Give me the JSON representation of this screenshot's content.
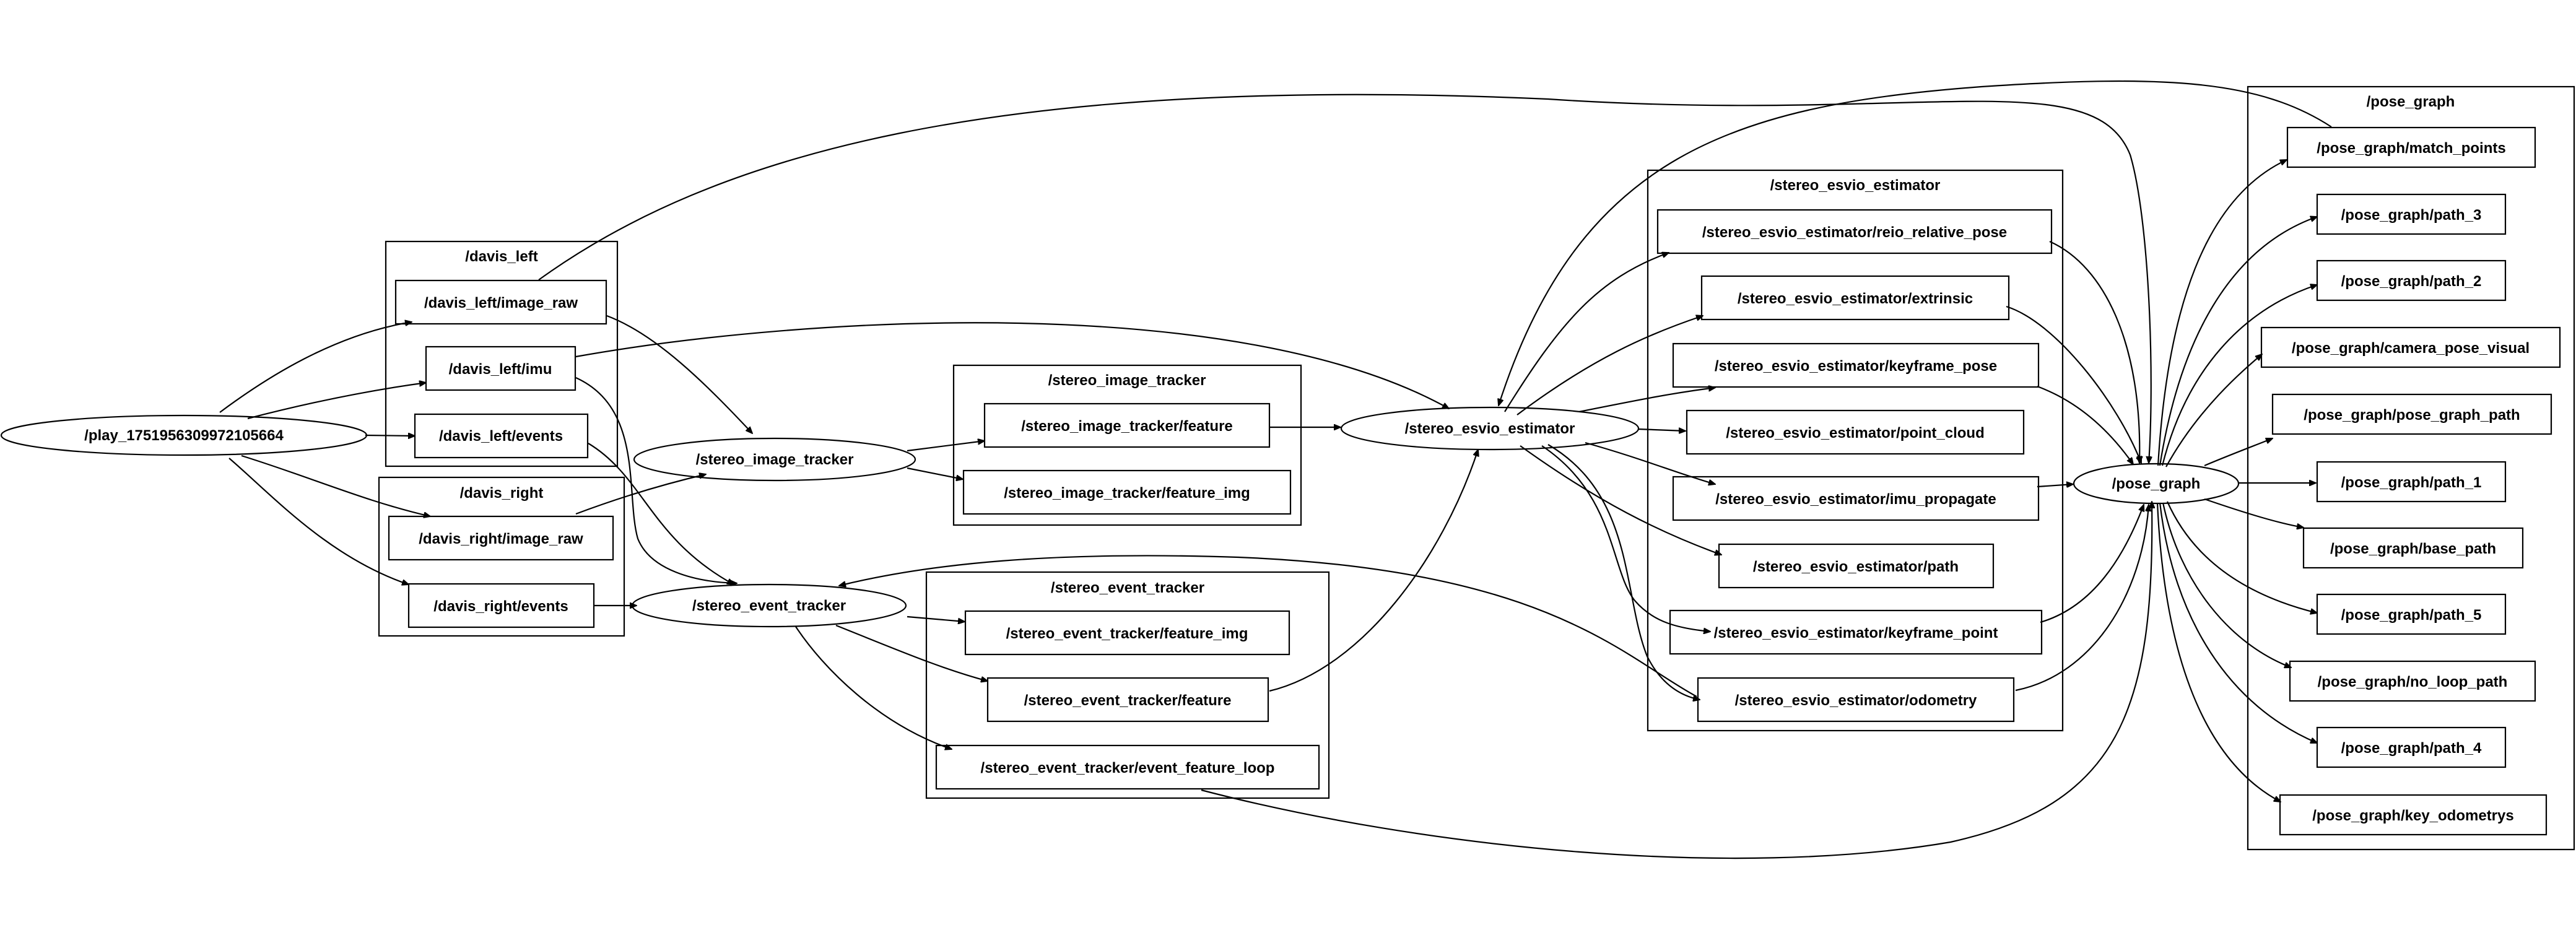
{
  "nodes": {
    "play": "/play_1751956309972105664",
    "stereo_image_tracker": "/stereo_image_tracker",
    "stereo_event_tracker": "/stereo_event_tracker",
    "stereo_esvio_estimator": "/stereo_esvio_estimator",
    "pose_graph": "/pose_graph"
  },
  "clusters": {
    "davis_left": {
      "label": "/davis_left",
      "topics": [
        "/davis_left/image_raw",
        "/davis_left/imu",
        "/davis_left/events"
      ]
    },
    "davis_right": {
      "label": "/davis_right",
      "topics": [
        "/davis_right/image_raw",
        "/davis_right/events"
      ]
    },
    "stereo_image_tracker": {
      "label": "/stereo_image_tracker",
      "topics": [
        "/stereo_image_tracker/feature",
        "/stereo_image_tracker/feature_img"
      ]
    },
    "stereo_event_tracker": {
      "label": "/stereo_event_tracker",
      "topics": [
        "/stereo_event_tracker/feature_img",
        "/stereo_event_tracker/feature",
        "/stereo_event_tracker/event_feature_loop"
      ]
    },
    "stereo_esvio_estimator": {
      "label": "/stereo_esvio_estimator",
      "topics": [
        "/stereo_esvio_estimator/reio_relative_pose",
        "/stereo_esvio_estimator/extrinsic",
        "/stereo_esvio_estimator/keyframe_pose",
        "/stereo_esvio_estimator/point_cloud",
        "/stereo_esvio_estimator/imu_propagate",
        "/stereo_esvio_estimator/path",
        "/stereo_esvio_estimator/keyframe_point",
        "/stereo_esvio_estimator/odometry"
      ]
    },
    "pose_graph": {
      "label": "/pose_graph",
      "topics": [
        "/pose_graph/match_points",
        "/pose_graph/path_3",
        "/pose_graph/path_2",
        "/pose_graph/camera_pose_visual",
        "/pose_graph/pose_graph_path",
        "/pose_graph/path_1",
        "/pose_graph/base_path",
        "/pose_graph/path_5",
        "/pose_graph/no_loop_path",
        "/pose_graph/path_4",
        "/pose_graph/key_odometrys"
      ]
    }
  },
  "edges": [
    [
      "play",
      "davis_left/image_raw"
    ],
    [
      "play",
      "davis_left/imu"
    ],
    [
      "play",
      "davis_left/events"
    ],
    [
      "play",
      "davis_right/image_raw"
    ],
    [
      "play",
      "davis_right/events"
    ],
    [
      "davis_left/image_raw",
      "stereo_image_tracker"
    ],
    [
      "davis_right/image_raw",
      "stereo_image_tracker"
    ],
    [
      "davis_left/image_raw",
      "pose_graph"
    ],
    [
      "davis_left/imu",
      "stereo_event_tracker"
    ],
    [
      "davis_left/imu",
      "stereo_esvio_estimator"
    ],
    [
      "davis_left/events",
      "stereo_event_tracker"
    ],
    [
      "davis_right/events",
      "stereo_event_tracker"
    ],
    [
      "stereo_image_tracker",
      "stereo_image_tracker/feature"
    ],
    [
      "stereo_image_tracker",
      "stereo_image_tracker/feature_img"
    ],
    [
      "stereo_image_tracker/feature",
      "stereo_esvio_estimator"
    ],
    [
      "stereo_event_tracker",
      "stereo_event_tracker/feature_img"
    ],
    [
      "stereo_event_tracker",
      "stereo_event_tracker/feature"
    ],
    [
      "stereo_event_tracker",
      "stereo_event_tracker/event_feature_loop"
    ],
    [
      "stereo_event_tracker/feature",
      "stereo_esvio_estimator"
    ],
    [
      "stereo_event_tracker/event_feature_loop",
      "pose_graph"
    ],
    [
      "stereo_esvio_estimator",
      "stereo_esvio_estimator/reio_relative_pose"
    ],
    [
      "stereo_esvio_estimator",
      "stereo_esvio_estimator/extrinsic"
    ],
    [
      "stereo_esvio_estimator",
      "stereo_esvio_estimator/keyframe_pose"
    ],
    [
      "stereo_esvio_estimator",
      "stereo_esvio_estimator/point_cloud"
    ],
    [
      "stereo_esvio_estimator",
      "stereo_esvio_estimator/imu_propagate"
    ],
    [
      "stereo_esvio_estimator",
      "stereo_esvio_estimator/path"
    ],
    [
      "stereo_esvio_estimator",
      "stereo_esvio_estimator/keyframe_point"
    ],
    [
      "stereo_esvio_estimator",
      "stereo_esvio_estimator/odometry"
    ],
    [
      "stereo_esvio_estimator/reio_relative_pose",
      "pose_graph"
    ],
    [
      "stereo_esvio_estimator/extrinsic",
      "pose_graph"
    ],
    [
      "stereo_esvio_estimator/keyframe_pose",
      "pose_graph"
    ],
    [
      "stereo_esvio_estimator/imu_propagate",
      "pose_graph"
    ],
    [
      "stereo_esvio_estimator/keyframe_point",
      "pose_graph"
    ],
    [
      "stereo_esvio_estimator/odometry",
      "pose_graph"
    ],
    [
      "stereo_esvio_estimator/odometry",
      "stereo_event_tracker"
    ],
    [
      "pose_graph",
      "pose_graph/match_points"
    ],
    [
      "pose_graph",
      "pose_graph/path_3"
    ],
    [
      "pose_graph",
      "pose_graph/path_2"
    ],
    [
      "pose_graph",
      "pose_graph/camera_pose_visual"
    ],
    [
      "pose_graph",
      "pose_graph/pose_graph_path"
    ],
    [
      "pose_graph",
      "pose_graph/path_1"
    ],
    [
      "pose_graph",
      "pose_graph/base_path"
    ],
    [
      "pose_graph",
      "pose_graph/path_5"
    ],
    [
      "pose_graph",
      "pose_graph/no_loop_path"
    ],
    [
      "pose_graph",
      "pose_graph/path_4"
    ],
    [
      "pose_graph",
      "pose_graph/key_odometrys"
    ],
    [
      "pose_graph/match_points",
      "stereo_esvio_estimator"
    ]
  ]
}
